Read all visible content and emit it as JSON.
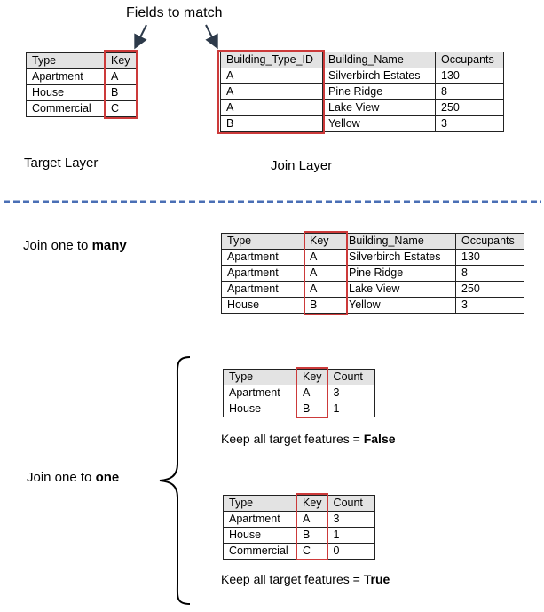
{
  "callout": {
    "text": "Fields to match"
  },
  "captions": {
    "target_layer": "Target Layer",
    "join_layer": "Join Layer"
  },
  "target_table": {
    "headers": [
      "Type",
      "Key"
    ],
    "rows": [
      [
        "Apartment",
        "A"
      ],
      [
        "House",
        "B"
      ],
      [
        "Commercial",
        "C"
      ]
    ]
  },
  "join_table": {
    "headers": [
      "Building_Type_ID",
      "Building_Name",
      "Occupants"
    ],
    "rows": [
      [
        "A",
        "Silverbirch Estates",
        "130"
      ],
      [
        "A",
        "Pine Ridge",
        "8"
      ],
      [
        "A",
        "Lake View",
        "250"
      ],
      [
        "B",
        "Yellow",
        "3"
      ]
    ]
  },
  "one_to_many": {
    "label_prefix": "Join one to ",
    "label_bold": "many",
    "headers": [
      "Type",
      "Key",
      "Building_Name",
      "Occupants"
    ],
    "rows": [
      [
        "Apartment",
        "A",
        "Silverbirch Estates",
        "130"
      ],
      [
        "Apartment",
        "A",
        "Pine Ridge",
        "8"
      ],
      [
        "Apartment",
        "A",
        "Lake View",
        "250"
      ],
      [
        "House",
        "B",
        "Yellow",
        "3"
      ]
    ]
  },
  "one_to_one": {
    "label_prefix": "Join one to ",
    "label_bold": "one",
    "false_case": {
      "headers": [
        "Type",
        "Key",
        "Count"
      ],
      "rows": [
        [
          "Apartment",
          "A",
          "3"
        ],
        [
          "House",
          "B",
          "1"
        ]
      ],
      "caption_prefix": "Keep all target features = ",
      "caption_bold": "False"
    },
    "true_case": {
      "headers": [
        "Type",
        "Key",
        "Count"
      ],
      "rows": [
        [
          "Apartment",
          "A",
          "3"
        ],
        [
          "House",
          "B",
          "1"
        ],
        [
          "Commercial",
          "C",
          "0"
        ]
      ],
      "caption_prefix": "Keep all target features = ",
      "caption_bold": "True"
    }
  },
  "colors": {
    "highlight": "#cc3a3a",
    "divider": "#4a6fb5",
    "header_fill": "#e3e3e3"
  }
}
